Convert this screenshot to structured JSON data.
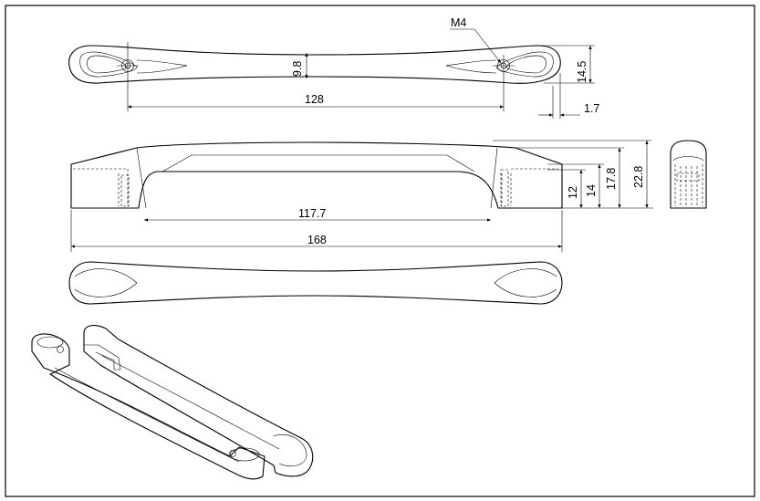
{
  "dimensions": {
    "thread_callout": "M4",
    "center_distance_top": "128",
    "thickness": "9.8",
    "end_width": "14.5",
    "offset": "1.7",
    "inner_length": "117.7",
    "overall_length": "168",
    "height_12": "12",
    "height_14": "14",
    "height_17_8": "17.8",
    "height_22_8": "22.8"
  },
  "views": [
    "top-view",
    "front-view",
    "side-view",
    "bottom-view",
    "isometric-view"
  ],
  "colors": {
    "line": "#000000",
    "background": "#ffffff"
  }
}
